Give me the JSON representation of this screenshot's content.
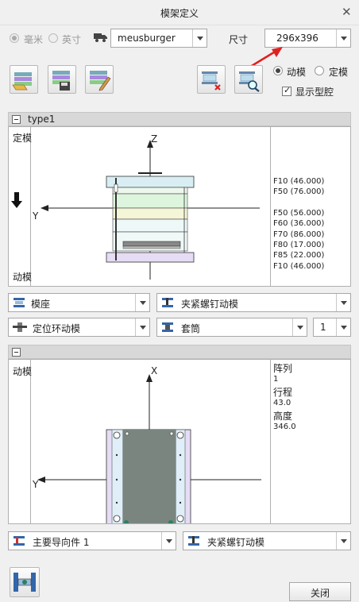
{
  "window": {
    "title": "模架定义"
  },
  "units": {
    "mm_label": "毫米",
    "inch_label": "英寸",
    "selected": "mm",
    "enabled": false
  },
  "vendor": {
    "value": "meusburger"
  },
  "size": {
    "label": "尺寸",
    "value": "296x396"
  },
  "view": {
    "moving_label": "动模",
    "fixed_label": "定模",
    "selected": "moving",
    "show_cavity_label": "显示型腔",
    "show_cavity_checked": true
  },
  "section1": {
    "title": "type1",
    "fixed_side_label": "定模",
    "moving_side_label": "动模",
    "axis_z": "Z",
    "axis_y": "Y",
    "plates": [
      "F10 (46.000)",
      "F50 (76.000)",
      "F50 (56.000)",
      "F60 (36.000)",
      "F70 (86.000)",
      "F80 (17.000)",
      "F85 (22.000)",
      "F10 (46.000)"
    ],
    "plate_colors": {
      "top_plate": "#d8eef2",
      "fixed_plate": "#ddf5dd",
      "moving_plate": "#f5f5d8",
      "ejector": "#e4f4f4",
      "bottom_plate": "#e6dcf5"
    }
  },
  "components": {
    "row1_left": "模座",
    "row1_right": "夹紧螺钉动模",
    "row2_left": "定位环动模",
    "row2_right": "套筒",
    "row2_qty": "1"
  },
  "section2": {
    "side_label": "动模",
    "axis_x": "X",
    "axis_y": "Y",
    "array_label": "阵列",
    "array_value": "1",
    "stroke_label": "行程",
    "stroke_value": "43.0",
    "height_label": "高度",
    "height_value": "346.0"
  },
  "bottom": {
    "left_combo": "主要导向件 1",
    "right_combo": "夹紧螺钉动模",
    "close_button": "关闭"
  }
}
